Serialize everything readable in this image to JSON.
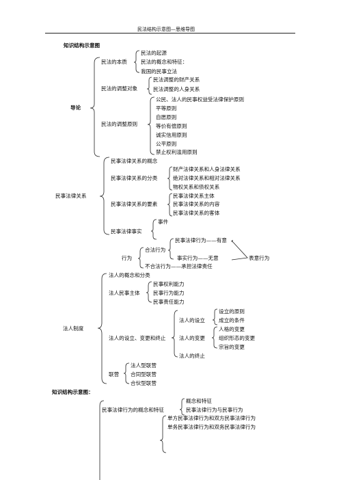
{
  "header": "民法结构示意图—思维导图",
  "sec1": "知识结构示意图",
  "daolun": "导论",
  "benzhi": "民法的本质",
  "benzhi_items": [
    "民法的起源",
    "民法的概念和特征：",
    "我国的民事立法"
  ],
  "duixiang": "民法的调整对象",
  "duixiang_items": [
    "民法调整的财产关系",
    "民法调整的人身关系"
  ],
  "yuanze": "民法的调整原则",
  "yuanze_items": [
    "公民、法人的民事权益受法律保护原则",
    "平等原则",
    "自愿原则",
    "等价有偿原则",
    "诚实信用原则",
    "公平原则",
    "禁止权利滥用原则"
  ],
  "guanxi": "民事法律关系",
  "gx_gainian": "民事法律关系的概念",
  "gx_fenlei": "民事法律关系的分类",
  "fenlei_items": [
    "财产法律关系和人身法律关系",
    "绝对法律关系和相对法律关系",
    "物权关系和债权关系"
  ],
  "gx_yaosu": "民事法律关系的要素",
  "yaosu_items": [
    "民事法律关系主体",
    "民事法律关系的内容",
    "民事法律关系的客体"
  ],
  "gx_shishi": "民事法律事实",
  "shijian": "事件",
  "xingwei": "行为",
  "hefa": "合法行为",
  "minshi_xw": "民事法律行为——有意",
  "shishi_xw": "事实行为——无意",
  "buhefa": "不合法行为——承担法律责任",
  "biaoyi": "表意行为",
  "faren": "法人制度",
  "fr_gainian": "法人的概念和分类",
  "fr_zhuti": "法人民事主体",
  "zhuti_items": [
    "民事权利能力",
    "民事行为能力",
    "民事责任能力"
  ],
  "fr_sheli": "法人的设立、变更和终止",
  "fr_shelize": "法人的设立",
  "sheli_items": [
    "设立的原则",
    "成立的条件"
  ],
  "fr_biangeng": "法人的变更",
  "biangeng_items": [
    "人格的变更",
    "组织形态的变更",
    "宗旨的变更"
  ],
  "fr_zhongzhi": "法人的终止",
  "lianying": "联营",
  "lianying_items": [
    "法人型联营",
    "合同型联营",
    "合伙型联营"
  ],
  "sec2": "知识结构示意图：",
  "xw_gainian": "民事法律行为的概念和特征",
  "xw_items": [
    "概念和特征",
    "民事法律行为与民事行为"
  ],
  "xw_sub": [
    "单方民事法律行为和双方民事法律行为",
    "单务民事法律行为和双务民事法律行为"
  ]
}
